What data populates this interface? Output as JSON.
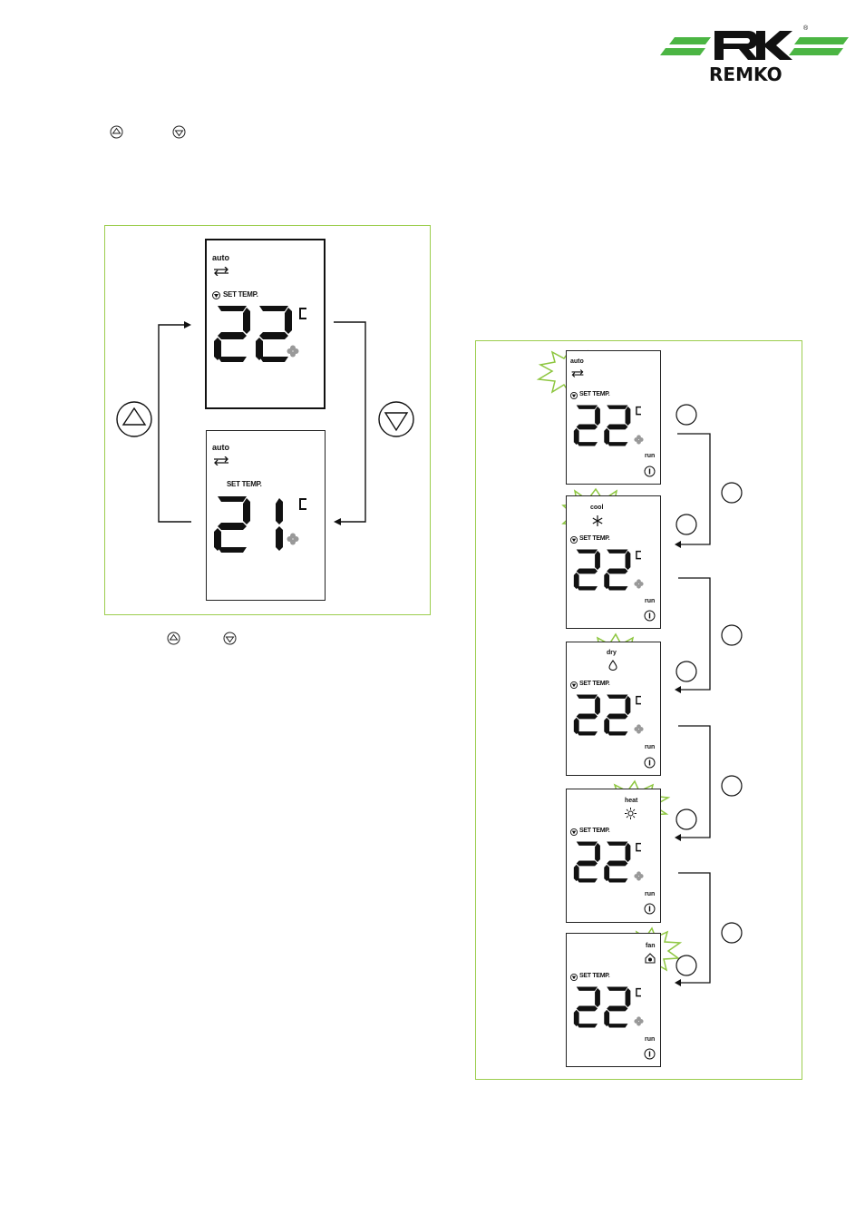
{
  "brand": {
    "name": "REMKO",
    "registered_mark": "®",
    "colors": {
      "green": "#4bb543",
      "panel_border": "#9ccd4e",
      "burst": "#8dc63f"
    }
  },
  "icons": {
    "up_button": "triangle-up-circle-icon",
    "down_button": "triangle-down-circle-icon",
    "auto_mode": "recycle-arrows-icon",
    "cool_mode": "snowflake-icon",
    "dry_mode": "droplet-icon",
    "heat_mode": "sun-icon",
    "fan_mode": "house-fan-icon"
  },
  "temperature_panel": {
    "top_screen": {
      "mode": "auto",
      "set_label": "SET TEMP.",
      "temperature": "22",
      "unit": "°C"
    },
    "bottom_screen": {
      "mode": "auto",
      "set_label": "SET TEMP.",
      "temperature": "21",
      "unit": "°C"
    }
  },
  "mode_panel": {
    "screens": [
      {
        "mode": "auto",
        "set_label": "SET TEMP.",
        "temperature": "22",
        "unit": "°C",
        "status": "run"
      },
      {
        "mode": "cool",
        "set_label": "SET TEMP.",
        "temperature": "22",
        "unit": "°C",
        "status": "run"
      },
      {
        "mode": "dry",
        "set_label": "SET TEMP.",
        "temperature": "22",
        "unit": "°C",
        "status": "run"
      },
      {
        "mode": "heat",
        "set_label": "SET TEMP.",
        "temperature": "22",
        "unit": "°C",
        "status": "run"
      },
      {
        "mode": "fan",
        "set_label": "SET TEMP.",
        "temperature": "22",
        "unit": "°C",
        "status": "run"
      }
    ]
  }
}
